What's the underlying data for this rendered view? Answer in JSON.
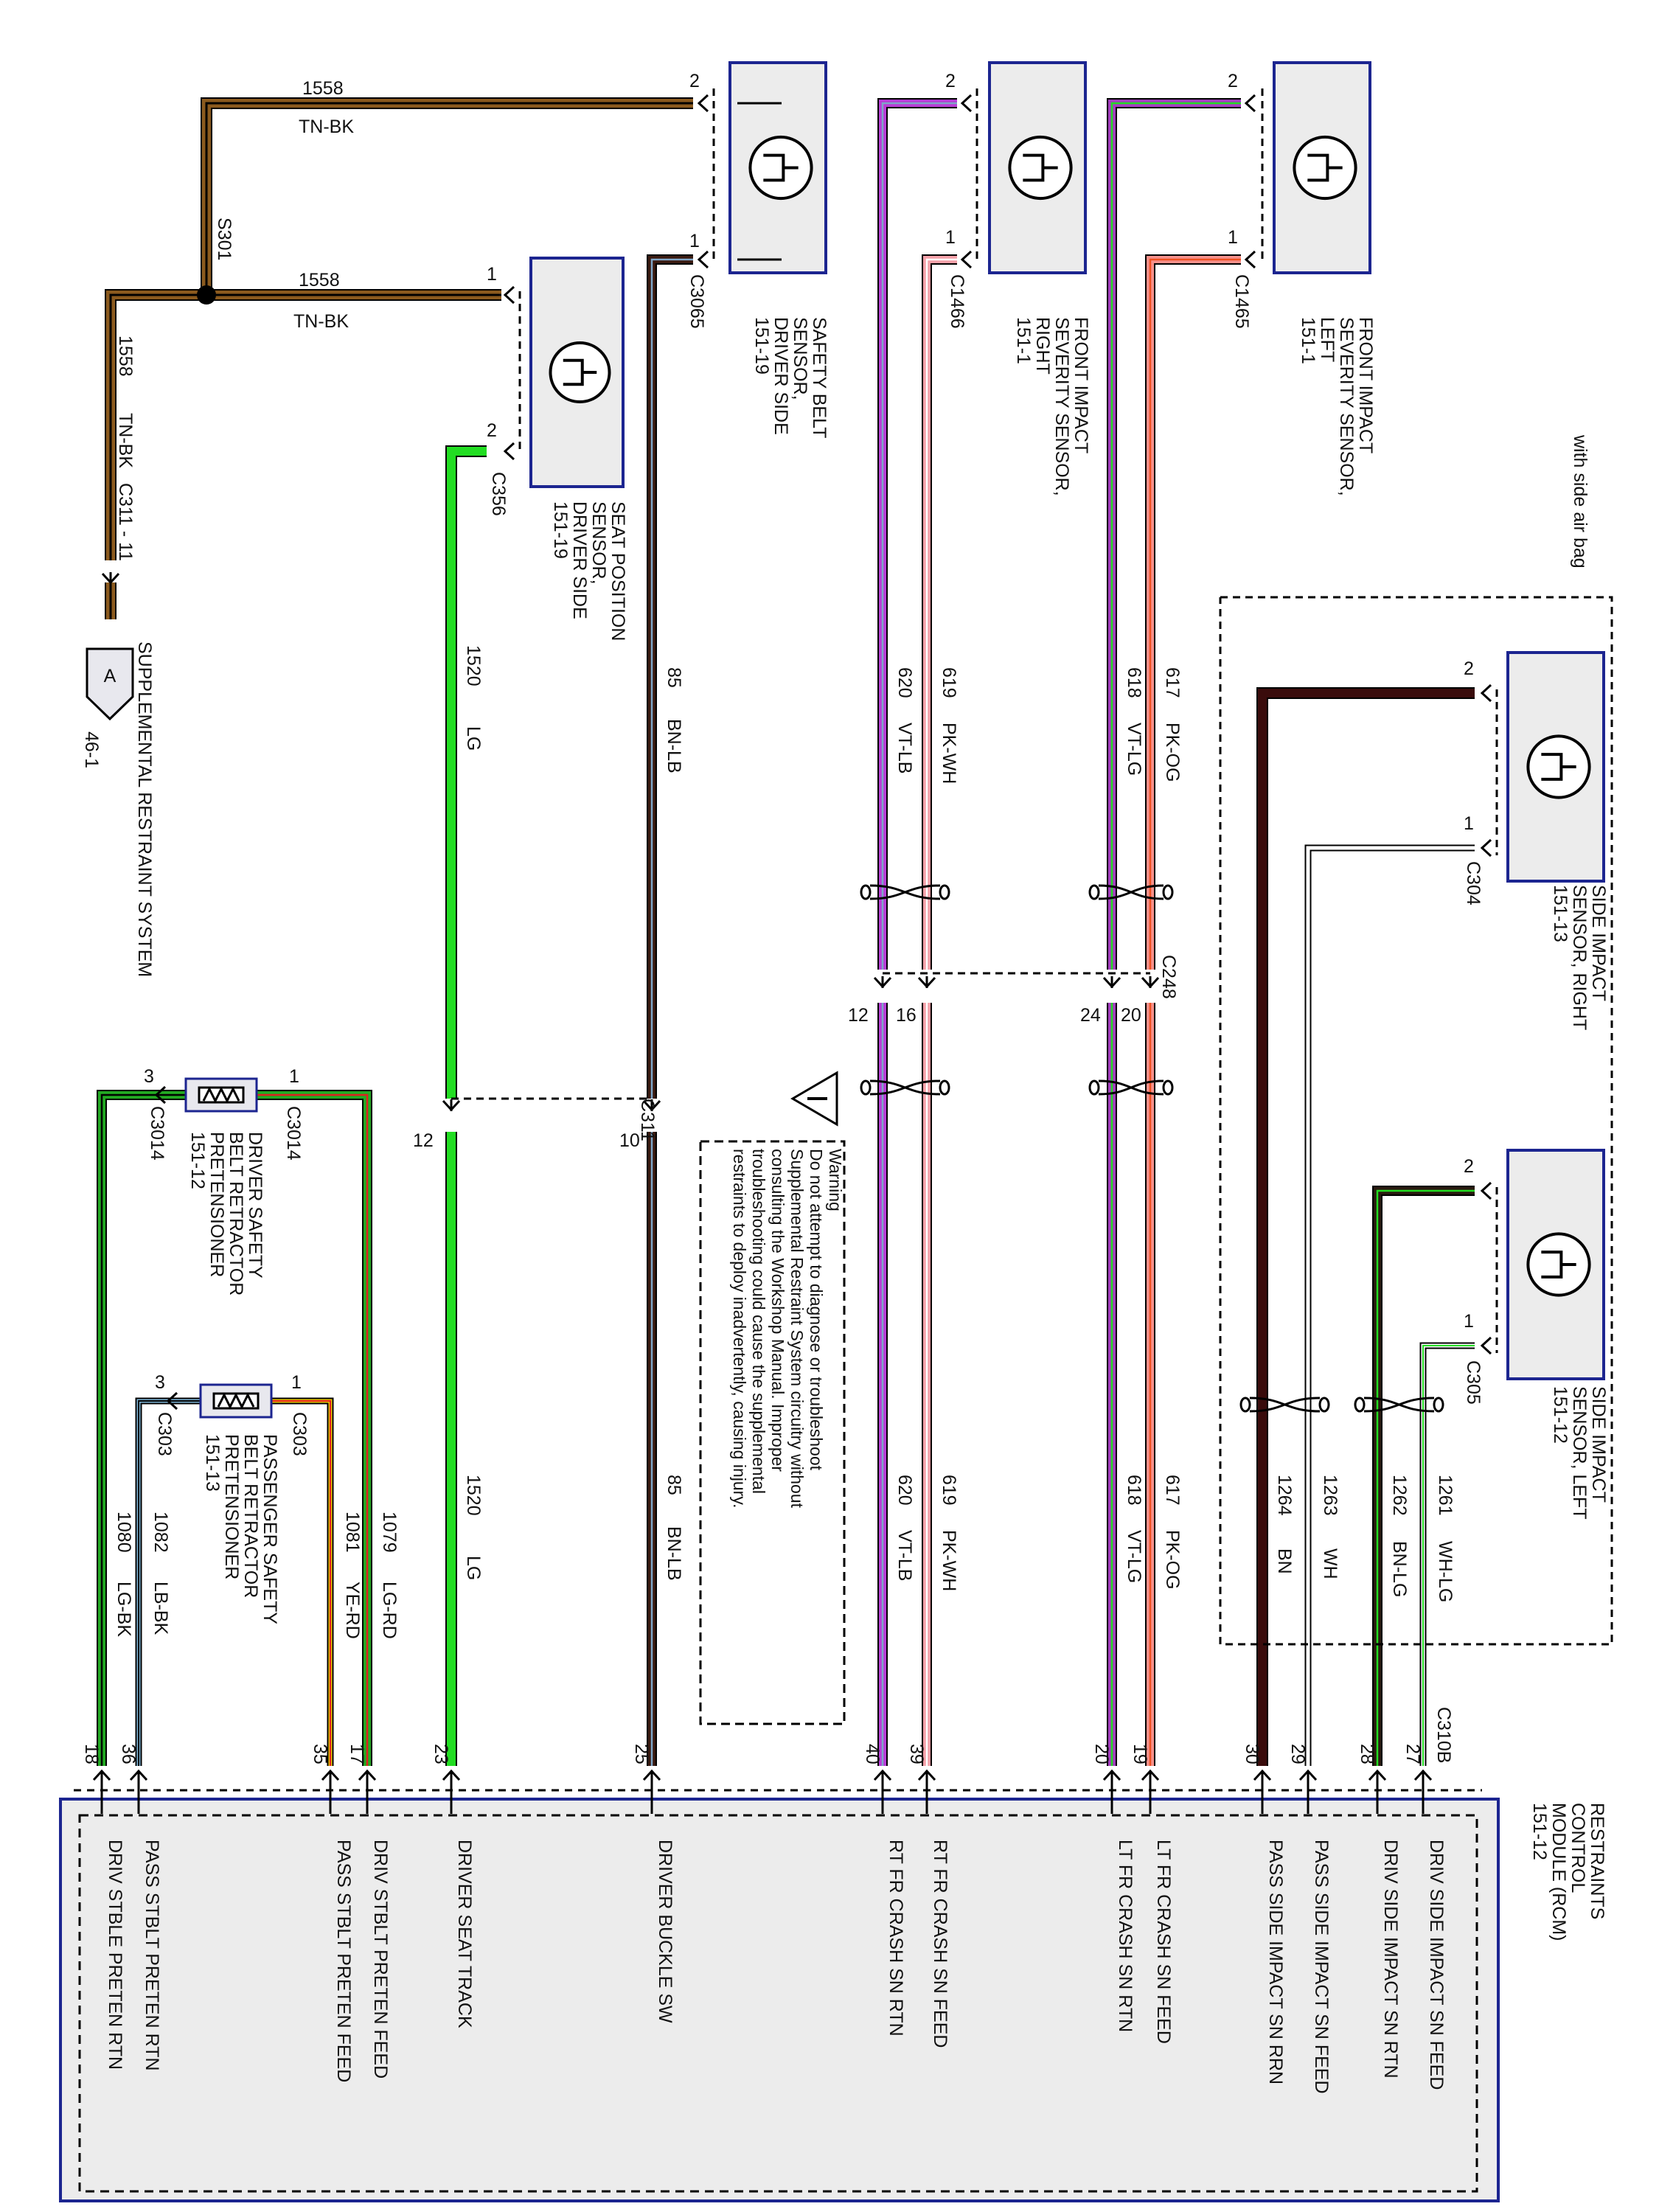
{
  "colors": {
    "TN-BK": {
      "main": "#8B5A1E",
      "stripe": "#000000"
    },
    "BN-LB": {
      "main": "#3a1a10",
      "stripe": "#7fa6c8"
    },
    "LG": {
      "main": "#22dd22",
      "stripe": null
    },
    "VT-LB": {
      "main": "#b83cd6",
      "stripe": "#7fa6c8"
    },
    "PK-WH": {
      "main": "#f4a0a8",
      "stripe": "#ffffff"
    },
    "VT-LG": {
      "main": "#a53ec0",
      "stripe": "#22dd22"
    },
    "PK-OG": {
      "main": "#f6908a",
      "stripe": "#f05020"
    },
    "BN": {
      "main": "#3a0c0c",
      "stripe": null
    },
    "WH": {
      "main": "#ffffff",
      "stripe": null
    },
    "BN-LG": {
      "main": "#2a1a10",
      "stripe": "#22dd22"
    },
    "WH-LG": {
      "main": "#ffffff",
      "stripe": "#22dd22"
    },
    "LG-RD": {
      "main": "#22aa22",
      "stripe": "#e02020"
    },
    "YE-RD": {
      "main": "#f0c800",
      "stripe": "#e02020"
    },
    "LB-BK": {
      "main": "#7fb6d8",
      "stripe": "#000000"
    },
    "LG-BK": {
      "main": "#22aa22",
      "stripe": "#000000"
    }
  },
  "header_note": "with side air bag",
  "components": {
    "safety_belt_sensor": {
      "l1": "SAFETY BELT",
      "l2": "SENSOR,",
      "l3": "DRIVER SIDE",
      "l4": "151-19",
      "connector": "C3065",
      "pin_a": "2",
      "pin_b": "1"
    },
    "seat_position_sensor": {
      "l1": "SEAT POSITION",
      "l2": "SENSOR,",
      "l3": "DRIVER SIDE",
      "l4": "151-19",
      "connector": "C356",
      "pin_a": "1",
      "pin_b": "2"
    },
    "front_impact_right": {
      "l1": "FRONT IMPACT",
      "l2": "SEVERITY SENSOR,",
      "l3": "RIGHT",
      "l4": "151-1",
      "connector": "C1466",
      "pin_a": "2",
      "pin_b": "1"
    },
    "front_impact_left": {
      "l1": "FRONT IMPACT",
      "l2": "SEVERITY SENSOR,",
      "l3": "LEFT",
      "l4": "151-1",
      "connector": "C1465",
      "pin_a": "2",
      "pin_b": "1"
    },
    "side_impact_right": {
      "l1": "SIDE IMPACT",
      "l2": "SENSOR, RIGHT",
      "l3": "151-13",
      "connector": "C304",
      "pin_a": "2",
      "pin_b": "1"
    },
    "side_impact_left": {
      "l1": "SIDE IMPACT",
      "l2": "SENSOR, LEFT",
      "l3": "151-12",
      "connector": "C305",
      "pin_a": "2",
      "pin_b": "1"
    },
    "driver_pretensioner": {
      "l1": "DRIVER SAFETY",
      "l2": "BELT RETRACTOR",
      "l3": "PRETENSIONER",
      "l4": "151-12",
      "conn_a": "C3014",
      "conn_b": "C3014",
      "pin_a": "1",
      "pin_b": "3"
    },
    "pass_pretensioner": {
      "l1": "PASSENGER SAFETY",
      "l2": "BELT RETRACTOR",
      "l3": "PRETENSIONER",
      "l4": "151-13",
      "conn_a": "C303",
      "conn_b": "C303",
      "pin_a": "1",
      "pin_b": "3"
    },
    "srs": {
      "l1": "SUPPLEMENTAL RESTRAINT SYSTEM",
      "ref": "46-1",
      "letter": "A"
    },
    "rcm": {
      "l1": "RESTRAINTS",
      "l2": "CONTROL",
      "l3": "MODULE (RCM)",
      "l4": "151-12"
    }
  },
  "splices": {
    "s301": "S301"
  },
  "connectors": {
    "c311_11": "C311 - 11",
    "c248": "C248",
    "c311": "C311",
    "c310b": "C310B"
  },
  "tnbk": {
    "circuit": "1558",
    "color": "TN-BK"
  },
  "circuits": {
    "c85": {
      "num": "85",
      "color": "BN-LB"
    },
    "c1520": {
      "num": "1520",
      "color": "LG"
    },
    "c620": {
      "num": "620",
      "color": "VT-LB"
    },
    "c619": {
      "num": "619",
      "color": "PK-WH"
    },
    "c618": {
      "num": "618",
      "color": "VT-LG"
    },
    "c617": {
      "num": "617",
      "color": "PK-OG"
    },
    "c1264": {
      "num": "1264",
      "color": "BN"
    },
    "c1263": {
      "num": "1263",
      "color": "WH"
    },
    "c1262": {
      "num": "1262",
      "color": "BN-LG"
    },
    "c1261": {
      "num": "1261",
      "color": "WH-LG"
    },
    "c1079": {
      "num": "1079",
      "color": "LG-RD"
    },
    "c1081": {
      "num": "1081",
      "color": "YE-RD"
    },
    "c1082": {
      "num": "1082",
      "color": "LB-BK"
    },
    "c1080": {
      "num": "1080",
      "color": "LG-BK"
    }
  },
  "mid_pins": {
    "c248_20": "20",
    "c248_24": "24",
    "c248_16": "16",
    "c248_12": "12",
    "c311_10": "10",
    "c311_12": "12"
  },
  "rcm_pins": [
    "18",
    "36",
    "35",
    "17",
    "23",
    "25",
    "40",
    "39",
    "20",
    "19",
    "30",
    "29",
    "28",
    "27"
  ],
  "rcm_signals": [
    "DRIV SIDE IMPACT SN FEED",
    "DRIV SIDE IMPACT SN RTN",
    "PASS SIDE IMPACT SN FEED",
    "PASS SIDE IMPACT SN RRN",
    "LT FR CRASH SN FEED",
    "LT FR CRASH SN RTN",
    "RT FR CRASH SN FEED",
    "RT FR CRASH SN RTN",
    "DRIVER BUCKLE SW",
    "DRIVER SEAT TRACK",
    "DRIV STBLT PRETEN FEED",
    "PASS STBLT PRETEN FEED",
    "PASS STBLT PRETEN RTN",
    "DRIV STBLE PRETEN RTN"
  ],
  "warning": [
    "Warning",
    "Do not attempt to diagnose or troubleshoot",
    "Supplemental Restraint System circuitry without",
    "consulting the Workshop Manual. Improper",
    "troubleshooting could cause the supplemental",
    "restraints to deploy inadvertently, causing injury."
  ]
}
